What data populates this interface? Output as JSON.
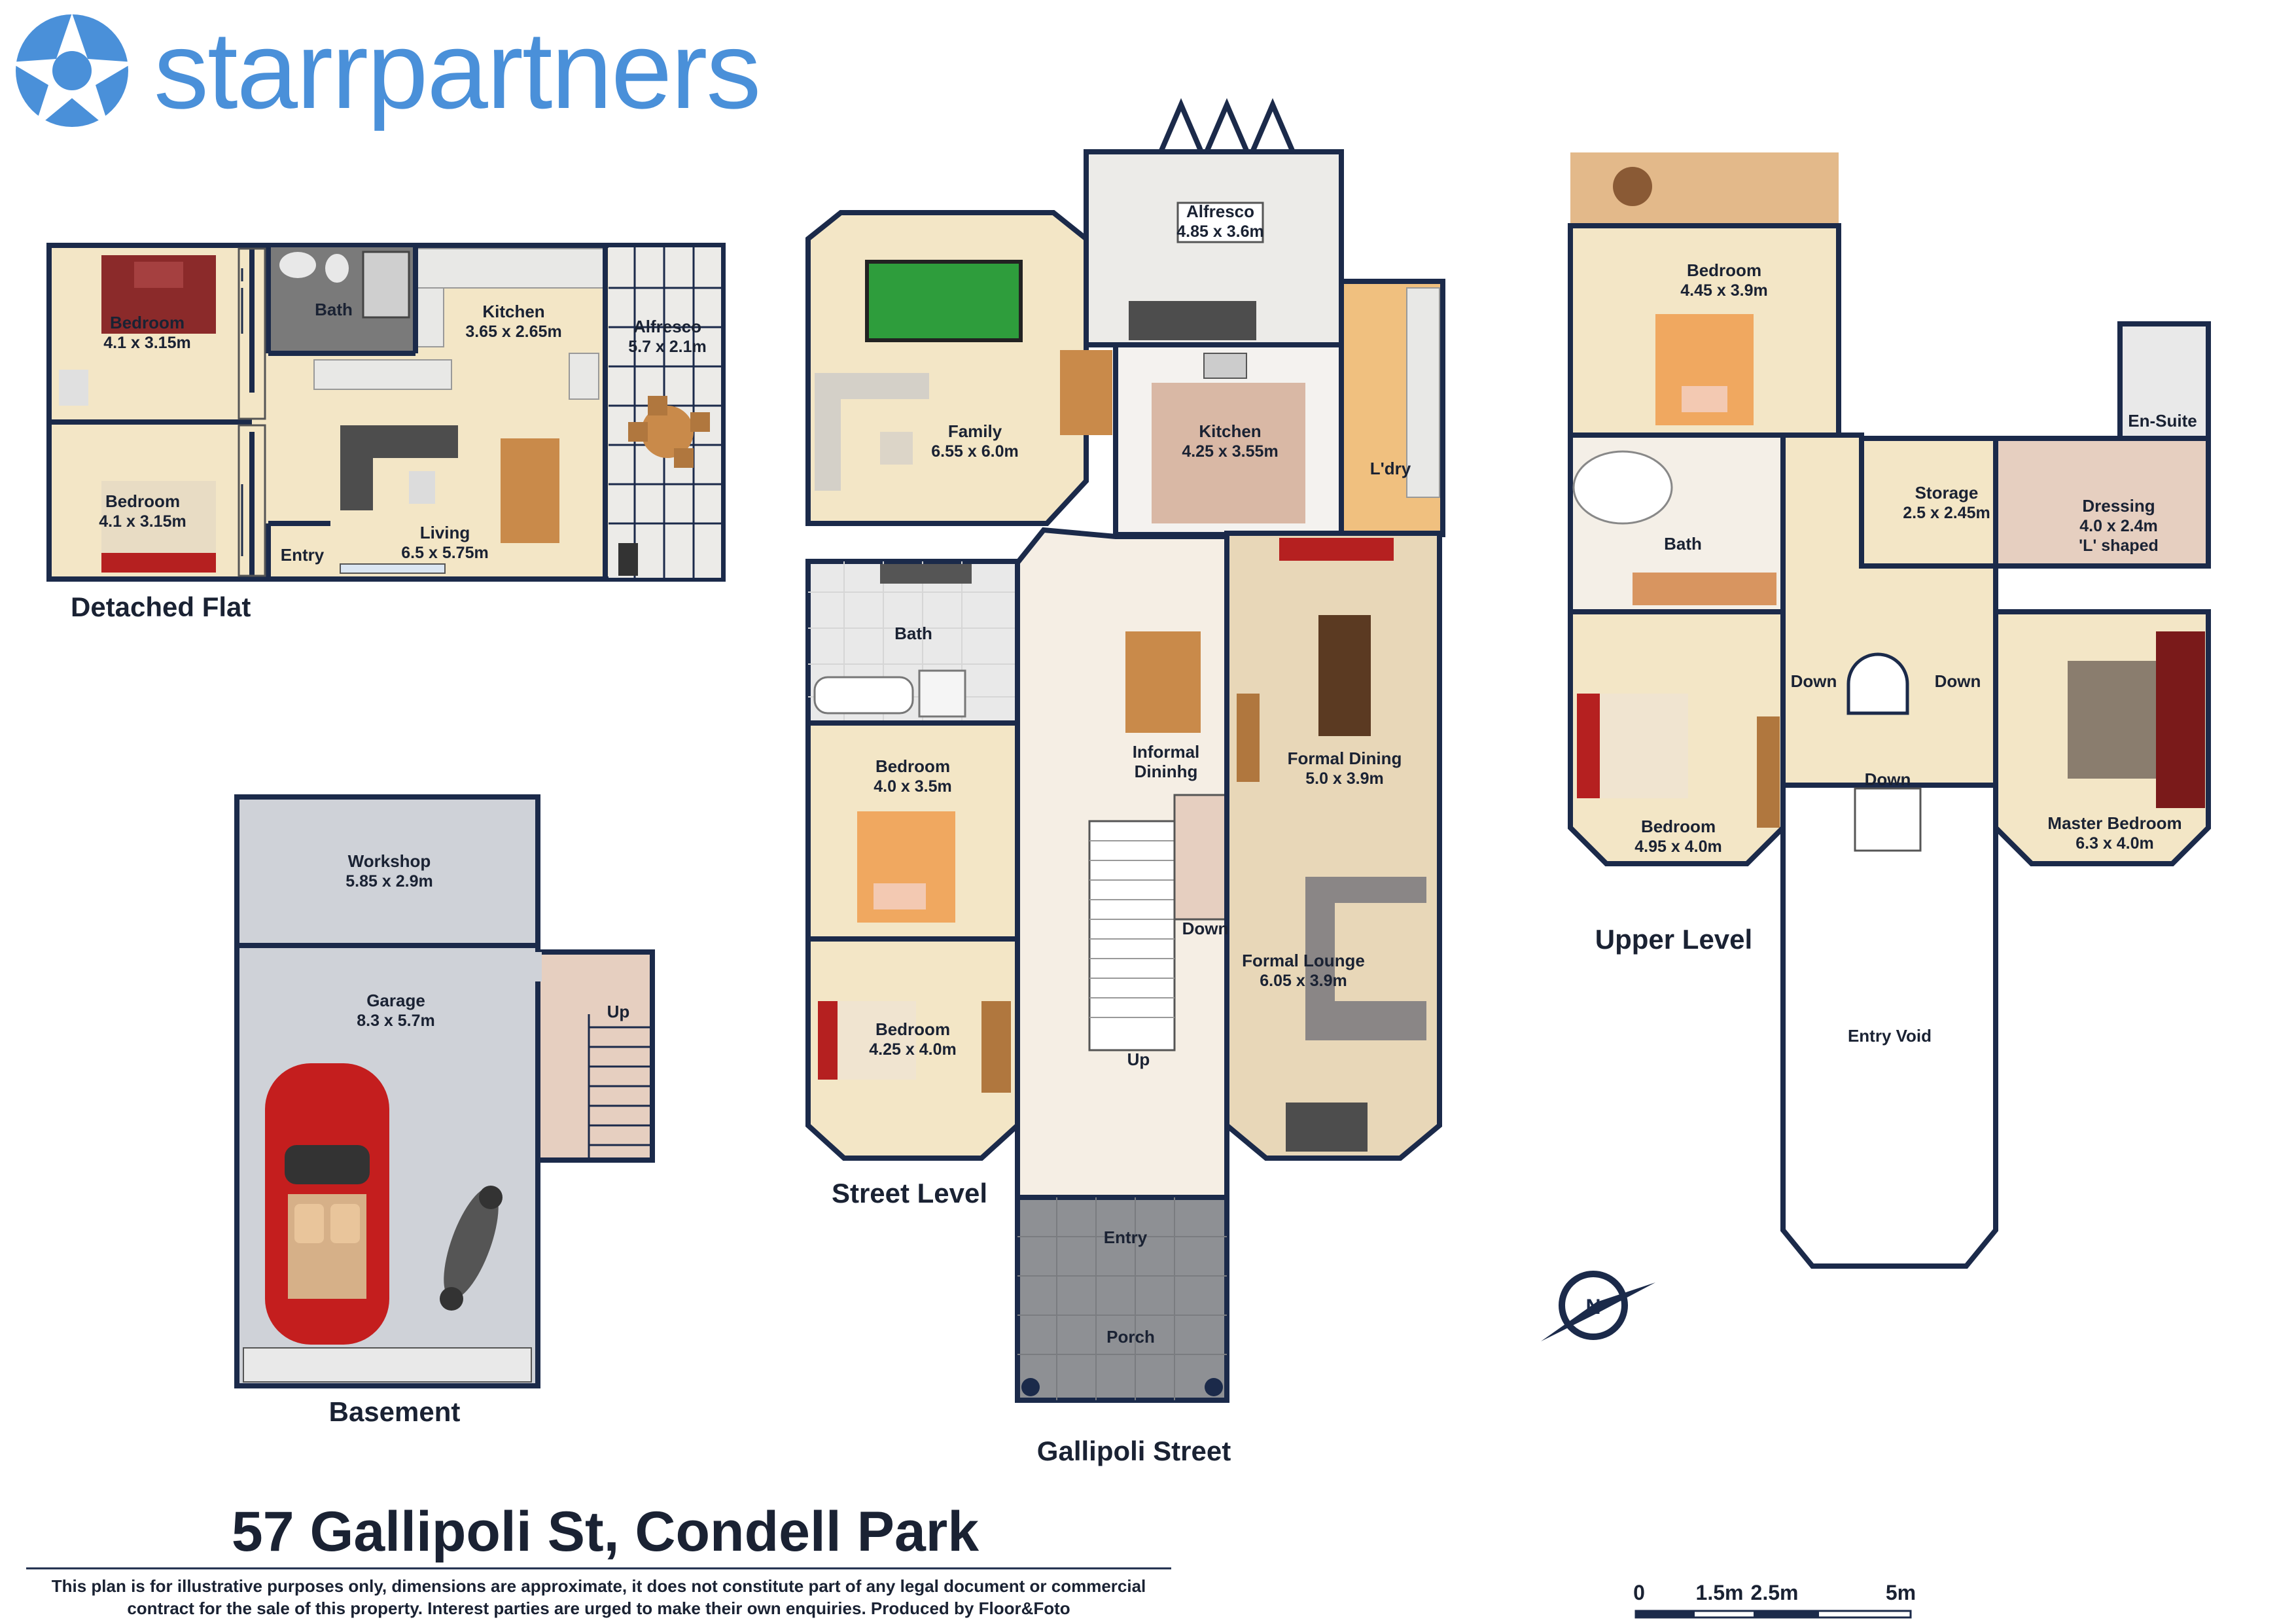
{
  "brand": {
    "logo_text": "starrpartners",
    "primary": "#4a90d9",
    "dark": "#0e2b4f"
  },
  "colors": {
    "floor_beige": "#f3e6c6",
    "floor_tile": "#ece8e2",
    "garage_grey": "#cfd2d8",
    "porch_grey": "#8e9094",
    "wall": "#1b2a4a",
    "timber": "#c98a4a"
  },
  "address": "57 Gallipoli St, Condell Park",
  "street_label": "Gallipoli Street",
  "disclaimer": {
    "line1": "This plan is for illustrative purposes only, dimensions are approximate, it does not constitute part of any legal document or commercial",
    "line2": "contract for the sale of this property.  Interest parties are urged to make their own enquiries.  Produced by Floor&Foto"
  },
  "scale": {
    "ticks": [
      "0",
      "1.5m",
      "2.5m",
      "5m"
    ]
  },
  "compass": {
    "icon": "north-arrow-icon",
    "letter": "N"
  },
  "levels": {
    "detached_flat": "Detached Flat",
    "basement": "Basement",
    "street_level": "Street Level",
    "upper_level": "Upper Level"
  },
  "rooms": {
    "flat_bed1": {
      "name": "Bedroom",
      "dim": "4.1 x 3.15m"
    },
    "flat_bed2": {
      "name": "Bedroom",
      "dim": "4.1 x 3.15m"
    },
    "flat_bath": {
      "name": "Bath"
    },
    "flat_kitchen": {
      "name": "Kitchen",
      "dim": "3.65 x 2.65m"
    },
    "flat_alfresco": {
      "name": "Alfresco",
      "dim": "5.7 x 2.1m"
    },
    "flat_living": {
      "name": "Living",
      "dim": "6.5 x 5.75m"
    },
    "flat_entry": {
      "name": "Entry"
    },
    "workshop": {
      "name": "Workshop",
      "dim": "5.85 x 2.9m"
    },
    "garage": {
      "name": "Garage",
      "dim": "8.3 x 5.7m"
    },
    "basement_up": {
      "name": "Up"
    },
    "alfresco": {
      "name": "Alfresco",
      "dim": "4.85 x 3.6m"
    },
    "family": {
      "name": "Family",
      "dim": "6.55 x 6.0m"
    },
    "kitchen": {
      "name": "Kitchen",
      "dim": "4.25 x 3.55m"
    },
    "laundry": {
      "name": "L'dry"
    },
    "street_bath": {
      "name": "Bath"
    },
    "informal_dining": {
      "name1": "Informal",
      "name2": "Dininhg"
    },
    "formal_dining": {
      "name": "Formal Dining",
      "dim": "5.0 x 3.9m"
    },
    "street_bed1": {
      "name": "Bedroom",
      "dim": "4.0 x 3.5m"
    },
    "street_bed2": {
      "name": "Bedroom",
      "dim": "4.25 x 4.0m"
    },
    "formal_lounge": {
      "name": "Formal Lounge",
      "dim": "6.05 x 3.9m"
    },
    "stair_down": {
      "name": "Down"
    },
    "stair_up": {
      "name": "Up"
    },
    "entry": {
      "name": "Entry"
    },
    "porch": {
      "name": "Porch"
    },
    "upper_bed1": {
      "name": "Bedroom",
      "dim": "4.45 x 3.9m"
    },
    "ensuite": {
      "name": "En-Suite"
    },
    "storage": {
      "name": "Storage",
      "dim": "2.5 x 2.45m"
    },
    "dressing": {
      "name": "Dressing",
      "dim": "4.0 x 2.4m",
      "note": "'L' shaped"
    },
    "upper_bath": {
      "name": "Bath"
    },
    "upper_down1": {
      "name": "Down"
    },
    "upper_down2": {
      "name": "Down"
    },
    "upper_down3": {
      "name": "Down"
    },
    "upper_bed2": {
      "name": "Bedroom",
      "dim": "4.95 x 4.0m"
    },
    "master_bed": {
      "name": "Master Bedroom",
      "dim": "6.3 x 4.0m"
    },
    "entry_void": {
      "name": "Entry Void"
    }
  }
}
